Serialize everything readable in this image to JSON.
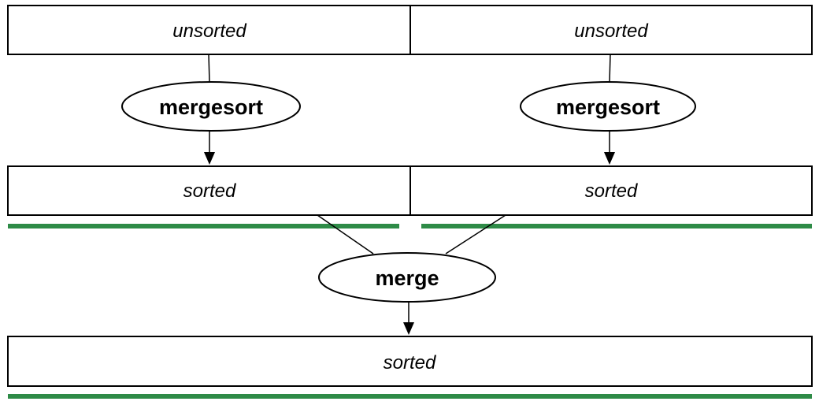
{
  "diagram": {
    "top_row": {
      "left_label": "unsorted",
      "right_label": "unsorted"
    },
    "operations": {
      "left_sort": "mergesort",
      "right_sort": "mergesort",
      "merge": "merge"
    },
    "middle_row": {
      "left_label": "sorted",
      "right_label": "sorted"
    },
    "bottom_row": {
      "label": "sorted"
    },
    "colors": {
      "stroke": "#000000",
      "sorted_bar": "#2e8b47",
      "background": "#ffffff"
    }
  }
}
